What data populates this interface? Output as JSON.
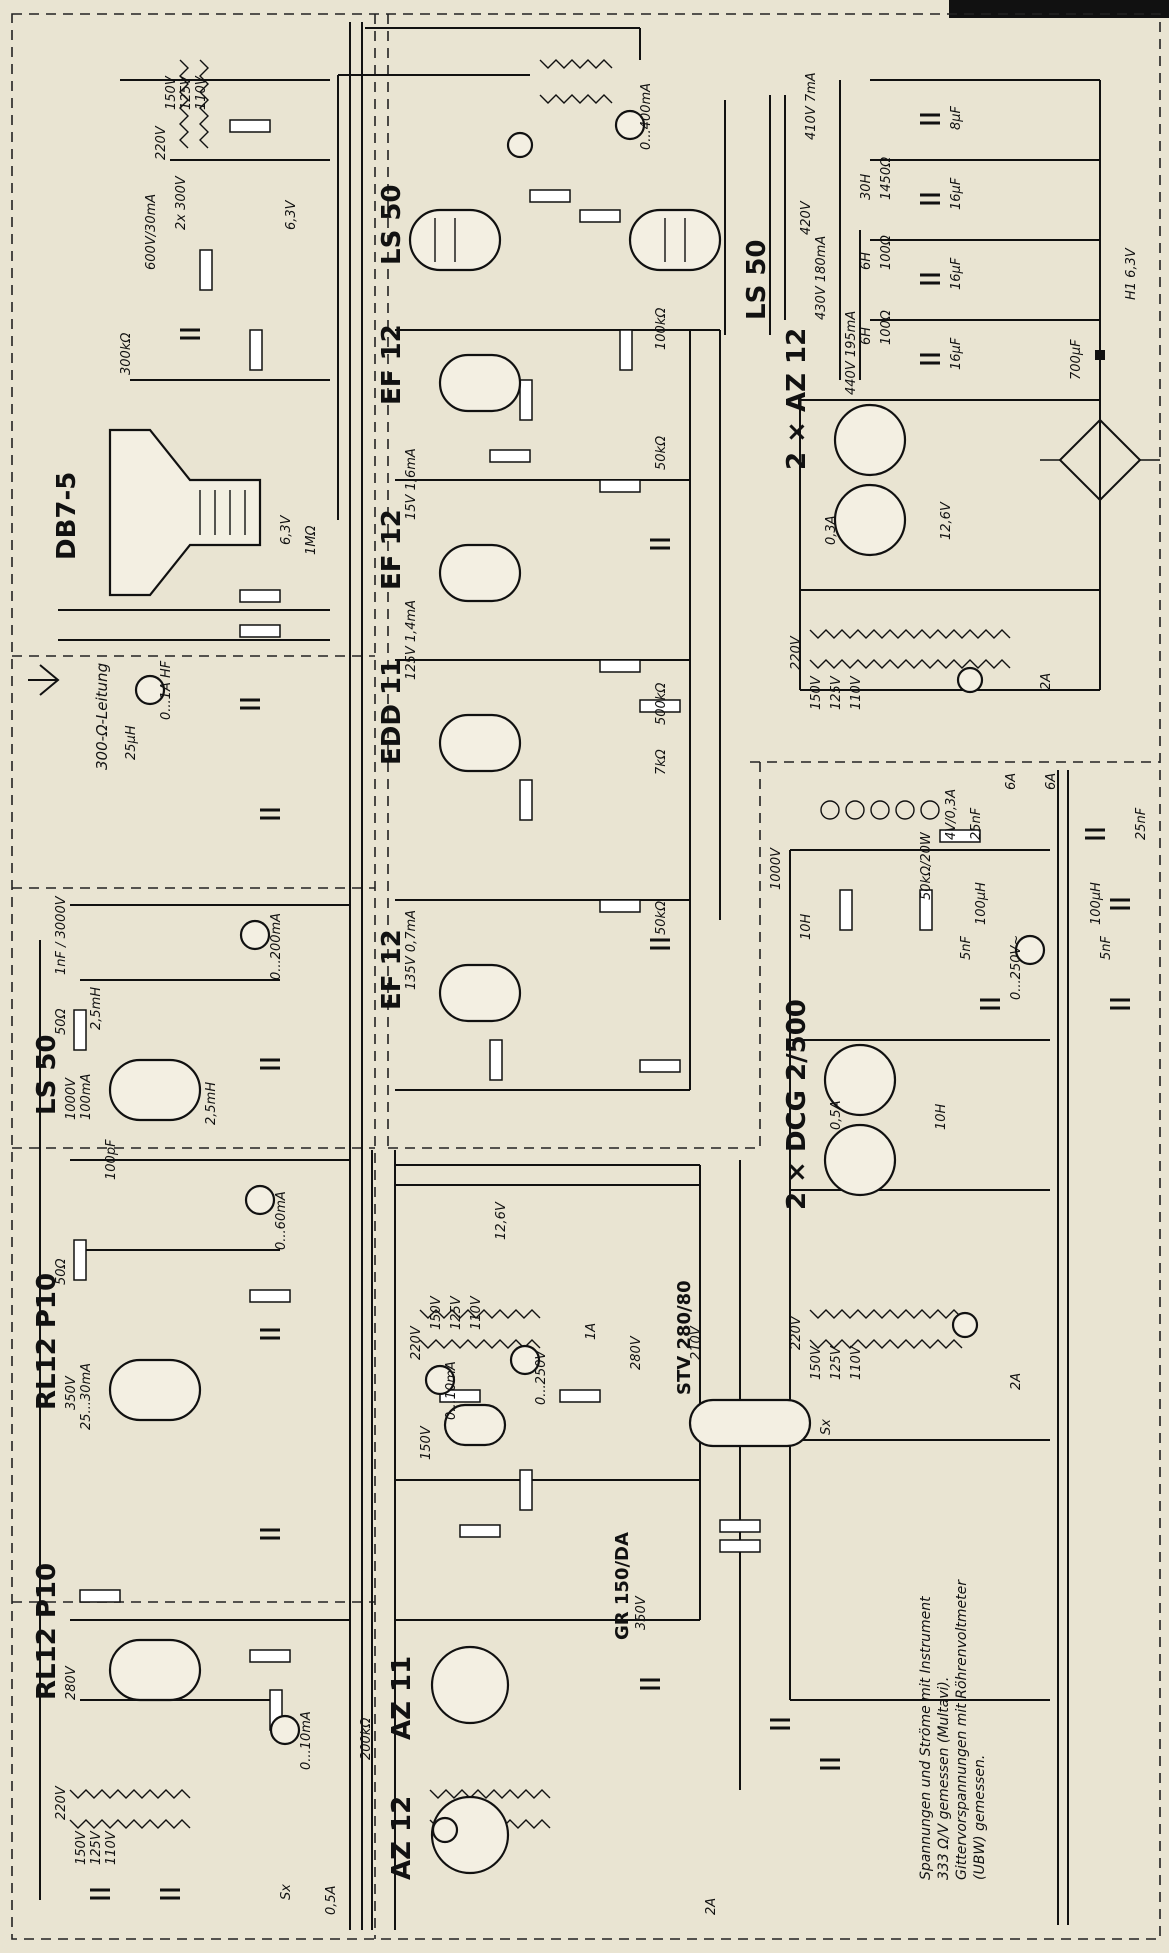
{
  "tubes": {
    "rl12p10_a": "RL12 P10",
    "rl12p10_b": "RL12 P10",
    "ls50_a": "LS 50",
    "db7": "DB7-5",
    "ef12_a": "EF 12",
    "ef12_b": "EF 12",
    "edd11": "EDD 11",
    "ef12_c": "EF 12",
    "ls50_b": "LS 50",
    "az12_a": "2 × AZ 12",
    "dcg": "2 × DCG 2/500",
    "az11": "AZ 11",
    "az12_b": "AZ 12",
    "gr150": "GR 150/DA",
    "stv": "STV 280/80"
  },
  "labels": {
    "leitung": "300-Ω-Leitung",
    "uh": "25μH",
    "meter_hf": "0...1A HF",
    "meter_200": "0...200mA",
    "meter_60": "0...60mA",
    "meter_10a": "0...10mA",
    "meter_10b": "0...10mA",
    "meter_250a": "0...250V",
    "meter_250b": "0...250V~",
    "meter_400": "0...400mA",
    "v1000": "1000V",
    "ma100": "100mA",
    "v350": "350V",
    "ma25": "25...30mA",
    "v280": "280V",
    "v220a": "220V",
    "v220b": "220V",
    "v220c": "220V",
    "v220d": "220V",
    "v220e": "220V",
    "v150": "150V",
    "v125": "125V",
    "v110": "110V",
    "v63": "6,3V",
    "v126": "12,6V",
    "v600": "600V/30mA",
    "v2x300": "2x 300V",
    "v410": "410V 7mA",
    "v420": "420V",
    "v430": "430V 180mA",
    "v440": "440V 195mA",
    "v210": "210V",
    "v280b": "280V",
    "v350b": "350V",
    "v135": "135V 0,7mA",
    "v125b": "125V 1,4mA",
    "v15": "15V 1,6mA",
    "f05": "0,5A",
    "f2a": "2A",
    "f1a": "1A",
    "f6a": "6A",
    "f03": "0,3A",
    "c25": "25nF",
    "c100u": "100μH",
    "c5n": "5nF",
    "c700": "700μF",
    "h1": "H1 6,3V",
    "c8": "8μF",
    "c16": "16μF",
    "h30": "30H",
    "h6": "6H",
    "r1450": "1450Ω",
    "r100": "100Ω",
    "r50k": "50kΩ",
    "r100k": "100kΩ",
    "r500k": "500kΩ",
    "r300k": "300kΩ",
    "r200k": "200kΩ",
    "r1m": "1MΩ",
    "r50": "50Ω",
    "l25": "2,5mH",
    "c1n": "1nF / 3000V",
    "c100p": "100pF",
    "r10h": "10H",
    "lamps": "4V/0,3A",
    "r5k": "50kΩ/20W",
    "r7k": "7kΩ",
    "sx": "Sx"
  },
  "notes": {
    "line1": "Spannungen und Ströme mit Instrument",
    "line2": "333 Ω/V gemessen (Multavi).",
    "line3": "Gittervorspannungen mit Röhrenvoltmeter",
    "line4": "(UBW) gemessen."
  }
}
